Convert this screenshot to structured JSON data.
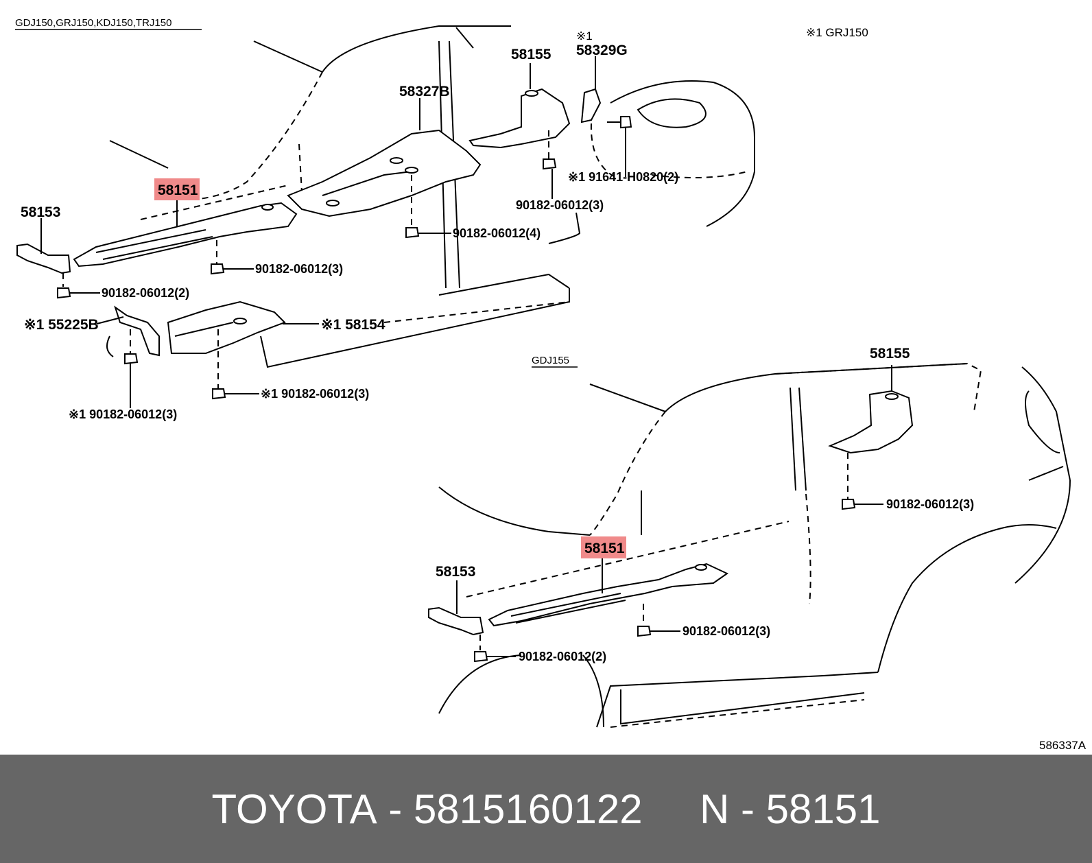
{
  "diagram": {
    "header_models": "GDJ150,GRJ150,KDJ150,TRJ150",
    "note_top_right": "※1 GRJ150",
    "sub_header": "GDJ155",
    "image_code": "586337A",
    "upper_labels": {
      "part_58151": "58151",
      "part_58153": "58153",
      "part_58327B": "58327B",
      "part_58155": "58155",
      "note_58329G_mark": "※1",
      "part_58329G": "58329G",
      "bolt_91641": "※1 91641-H0820(2)",
      "nut_58155": "90182-06012(3)",
      "nut_58327B": "90182-06012(4)",
      "nut_58151": "90182-06012(3)",
      "nut_58153": "90182-06012(2)",
      "part_55225B": "※1 55225B",
      "part_58154": "※1 58154",
      "nut_58154": "※1 90182-06012(3)",
      "nut_55225B": "※1 90182-06012(3)"
    },
    "lower_labels": {
      "part_58155": "58155",
      "nut_58155": "90182-06012(3)",
      "part_58151": "58151",
      "part_58153": "58153",
      "nut_58151": "90182-06012(3)",
      "nut_58153": "90182-06012(2)"
    },
    "highlight_color": "#f08a8a"
  },
  "footer": {
    "brand": "TOYOTA",
    "part_number": "5815160122",
    "n_label": "N",
    "n_value": "58151",
    "separator": "-"
  }
}
